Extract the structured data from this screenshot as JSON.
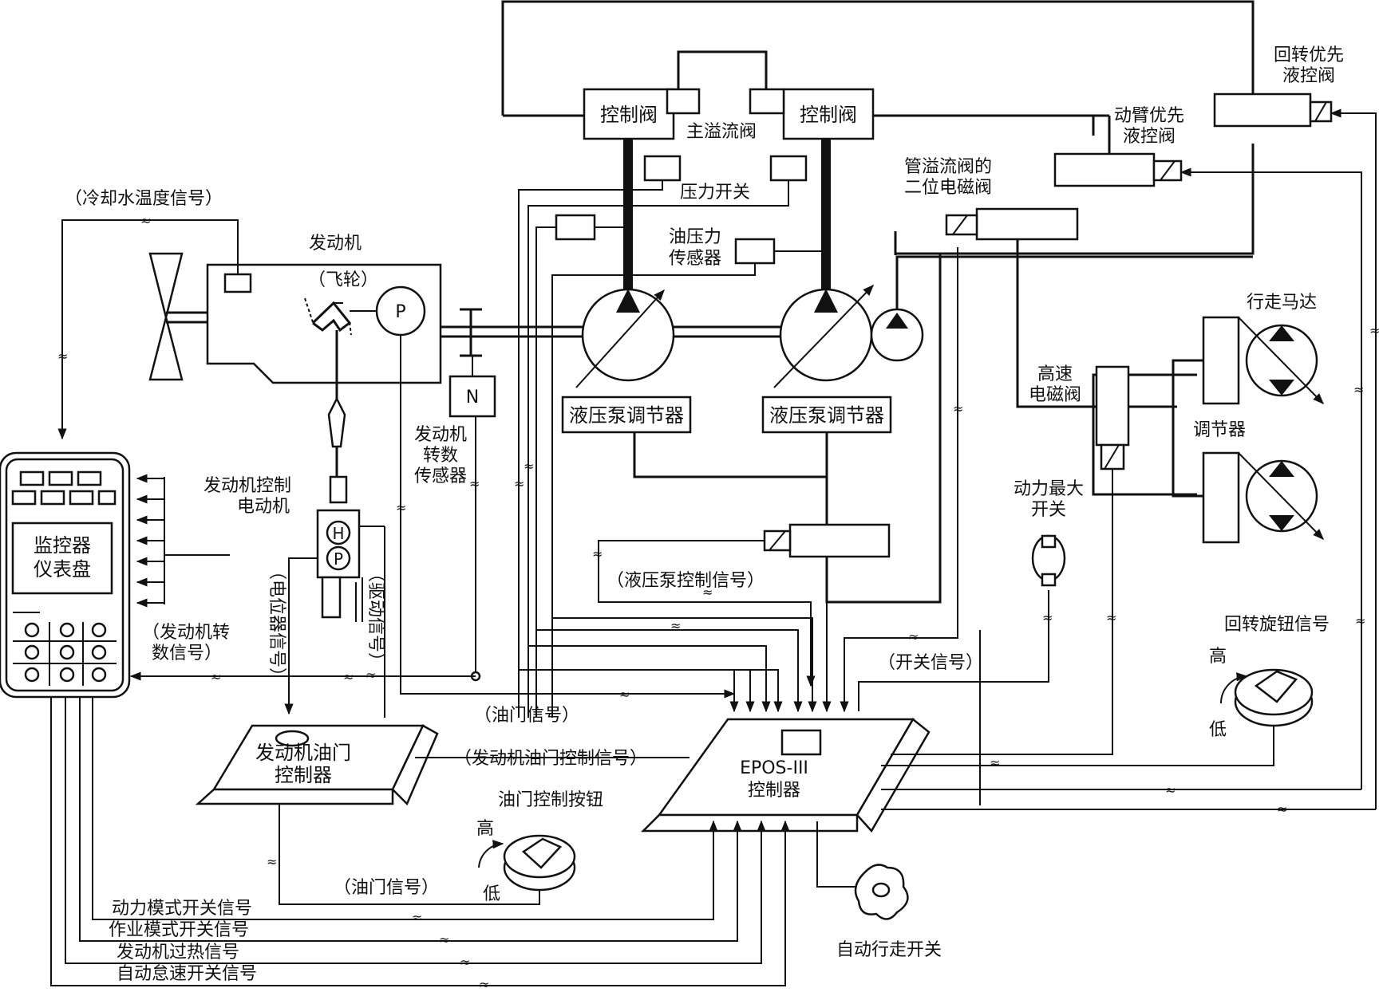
{
  "labels": {
    "control_valve_1": "控制阀",
    "control_valve_2": "控制阀",
    "main_relief_valve": "主溢流阀",
    "pressure_switch": "压力开关",
    "oil_pressure_sensor_1": "油压力",
    "oil_pressure_sensor_2": "传感器",
    "swing_priority_1": "回转优先",
    "swing_priority_2": "液控阀",
    "boom_priority_1": "动臂优先",
    "boom_priority_2": "液控阀",
    "relief_solenoid_1": "管溢流阀的",
    "relief_solenoid_2": "二位电磁阀",
    "coolant_signal": "（冷却水温度信号）",
    "engine": "发动机",
    "flywheel": "（飞轮）",
    "p_symbol": "P",
    "n_symbol": "N",
    "speed_sensor_1": "发动机",
    "speed_sensor_2": "转数",
    "speed_sensor_3": "传感器",
    "pump_regulator_1": "液压泵调节器",
    "pump_regulator_2": "液压泵调节器",
    "travel_motor": "行走马达",
    "high_speed_solenoid_1": "高速",
    "high_speed_solenoid_2": "电磁阀",
    "regulator": "调节器",
    "engine_control_motor_1": "发动机控制",
    "engine_control_motor_2": "电动机",
    "h_symbol": "H",
    "p2_symbol": "P",
    "monitor_1": "监控器",
    "monitor_2": "仪表盘",
    "pot_signal": "（电位器信号）",
    "drive_signal": "（驱动信号）",
    "pump_control_signal": "（液压泵控制信号）",
    "max_power_switch_1": "动力最大",
    "max_power_switch_2": "开关",
    "engine_speed_signal_1": "（发动机转",
    "engine_speed_signal_2": "数信号）",
    "switch_signal": "（开关信号）",
    "swing_knob_signal": "回转旋钮信号",
    "high_1": "高",
    "low_1": "低",
    "throttle_signal_1": "（油门信号）",
    "throttle_controller_1": "发动机油门",
    "throttle_controller_2": "控制器",
    "throttle_control_signal": "（发动机油门控制信号）",
    "epos_1": "EPOS-III",
    "epos_2": "控制器",
    "throttle_button": "油门控制按钮",
    "high_2": "高",
    "low_2": "低",
    "throttle_signal_2": "（油门信号）",
    "power_mode_signal": "动力模式开关信号",
    "work_mode_signal": "作业模式开关信号",
    "overheat_signal": "发动机过热信号",
    "auto_idle_signal": "自动怠速开关信号",
    "auto_travel_switch": "自动行走开关"
  }
}
